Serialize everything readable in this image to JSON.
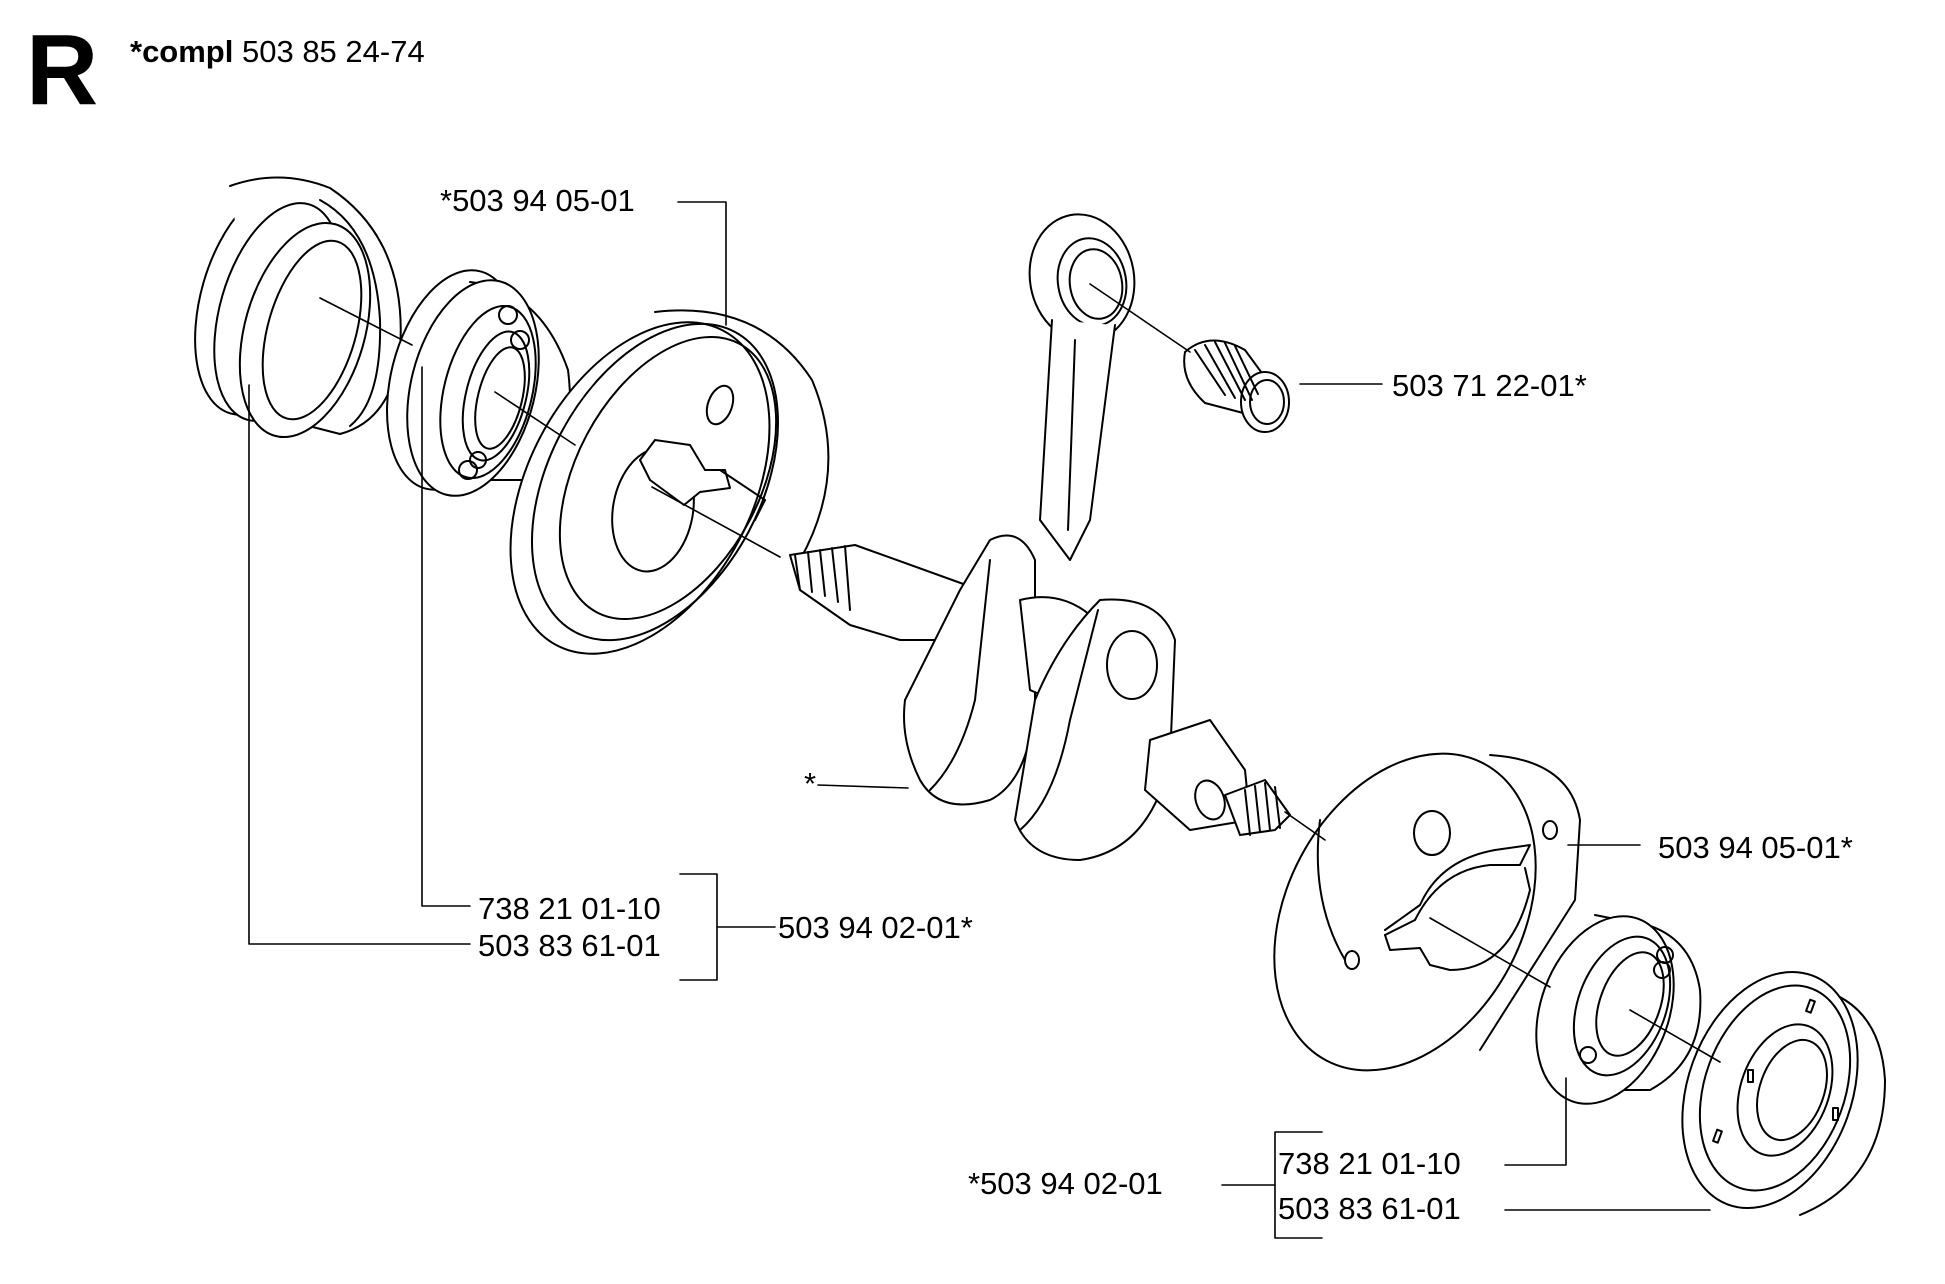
{
  "header": {
    "section_letter": "R",
    "compl_prefix": "*compl",
    "compl_number": "503 85 24-74"
  },
  "callouts": {
    "half_top_left": "*503 94 05-01",
    "needle_bearing": "503 71 22-01*",
    "crankshaft": "*",
    "half_right": "503 94 05-01*",
    "left_ball_bearing": "738 21 01-10",
    "left_seal": "503 83 61-01",
    "left_kit": "503 94 02-01*",
    "right_kit": "*503 94 02-01",
    "right_ball_bearing": "738 21 01-10",
    "right_seal": "503 83 61-01"
  },
  "icons": [
    "oil-seal-icon",
    "ball-bearing-icon",
    "crankcase-half-icon",
    "crankshaft-icon",
    "needle-bearing-icon"
  ],
  "colors": {
    "ink": "#000000",
    "paper": "#ffffff"
  }
}
